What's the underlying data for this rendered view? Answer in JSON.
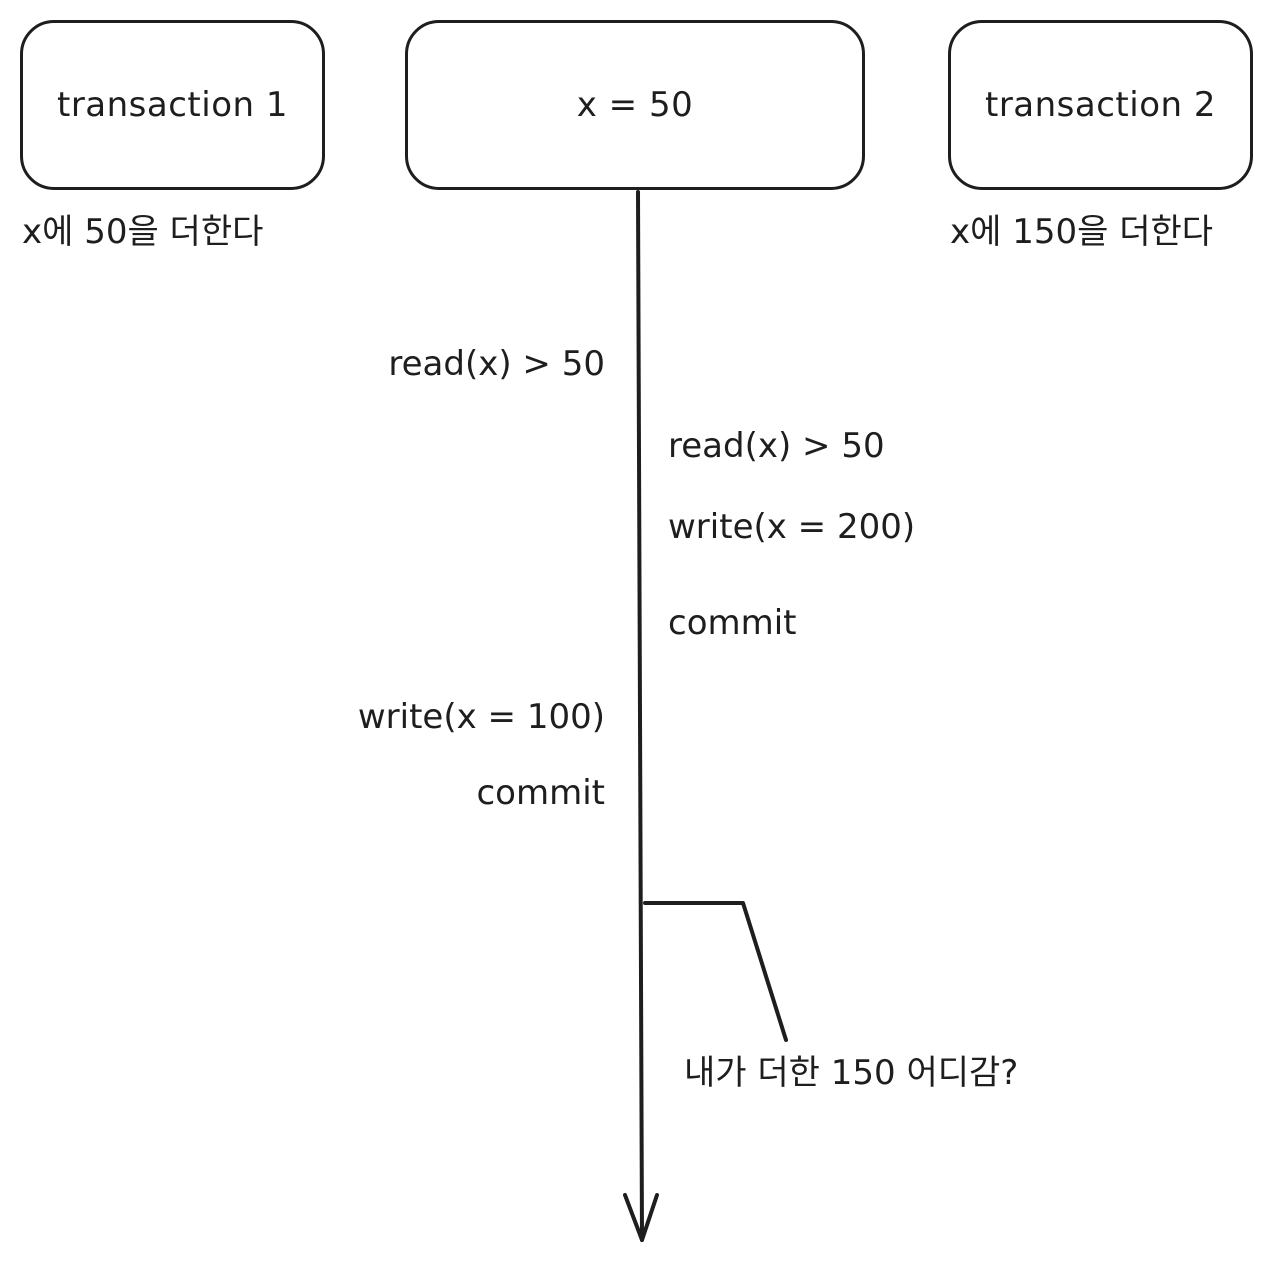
{
  "boxes": {
    "transaction1": "transaction 1",
    "value": "x = 50",
    "transaction2": "transaction 2"
  },
  "descriptions": {
    "transaction1": "x에 50을 더한다",
    "transaction2": "x에 150을 더한다"
  },
  "transaction1_ops": {
    "read": "read(x) > 50",
    "write": "write(x = 100)",
    "commit": "commit"
  },
  "transaction2_ops": {
    "read": "read(x) > 50",
    "write": "write(x = 200)",
    "commit": "commit"
  },
  "annotation": "내가 더한 150 어디감?"
}
